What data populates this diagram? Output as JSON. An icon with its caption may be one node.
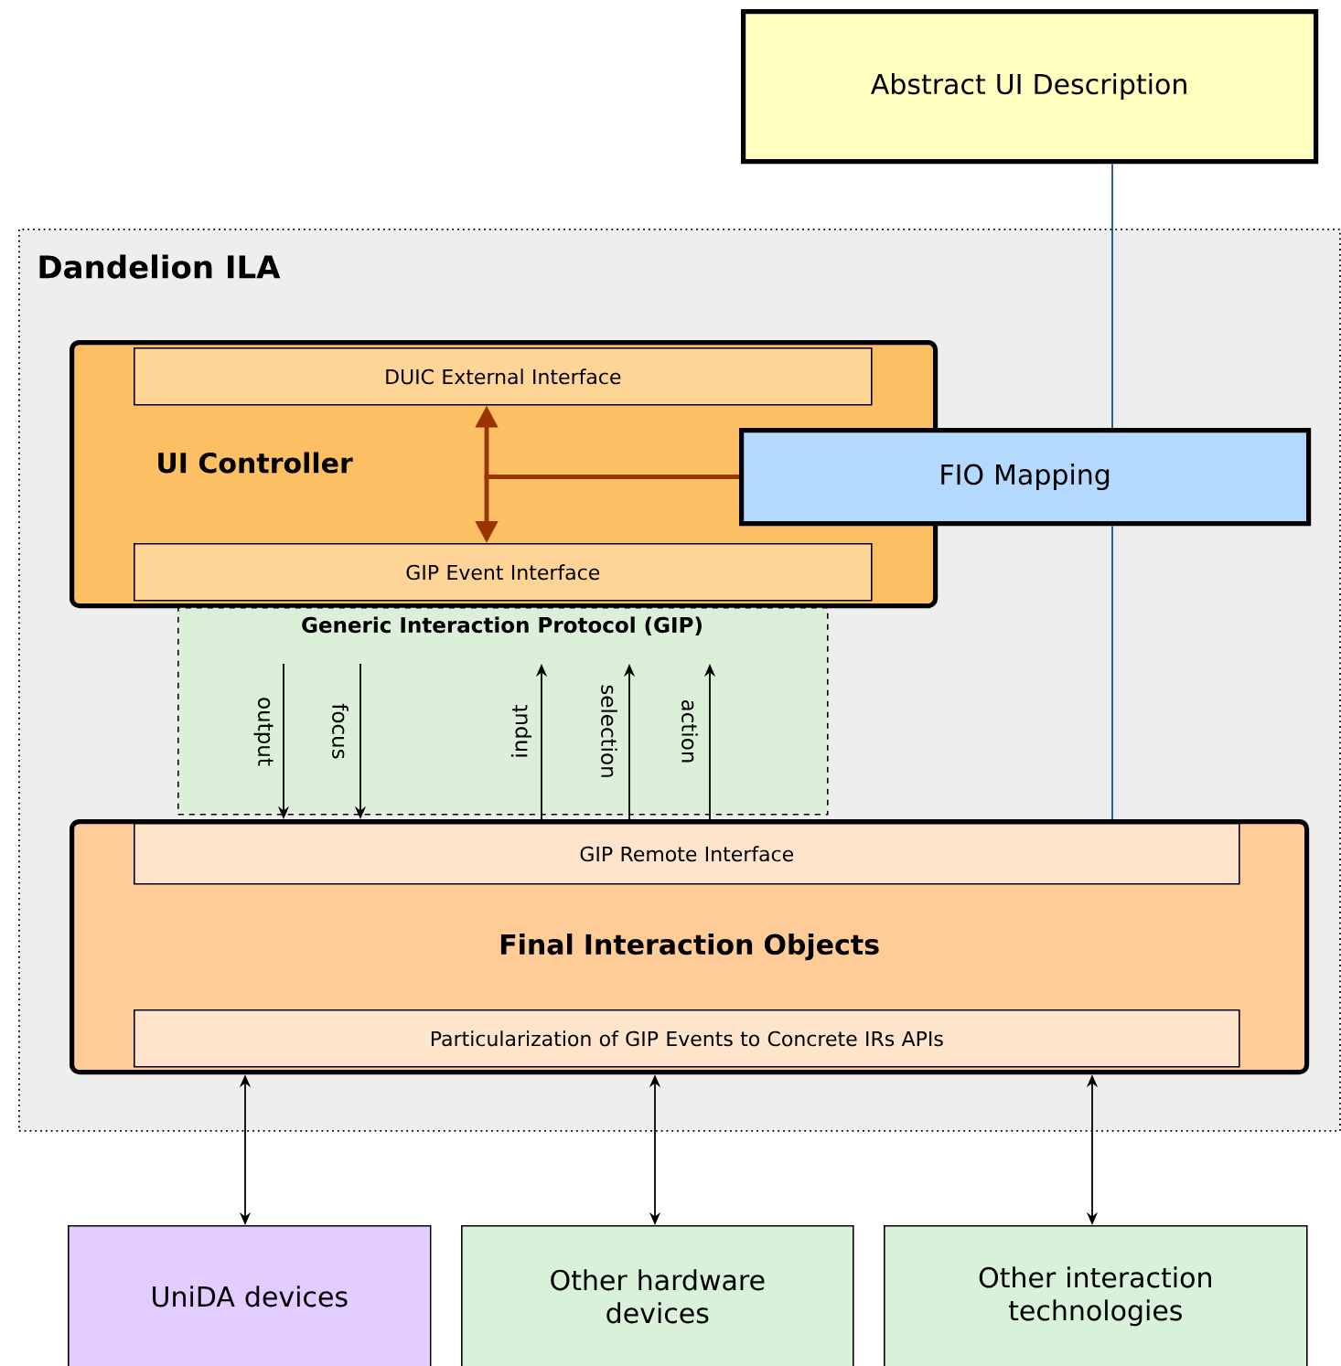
{
  "diagram": {
    "nodes": [
      {
        "text": [
          "Abstract UI Description"
        ]
      },
      {
        "text": [
          "Dandelion ILA"
        ]
      },
      {
        "text": [
          "UI Controller"
        ],
        "in": 1
      },
      {
        "text": [
          "DUIC External Interface"
        ],
        "in": 2
      },
      {
        "text": [
          "GIP Event Interface"
        ],
        "in": 2
      },
      {
        "text": [
          "FIO Mapping"
        ],
        "in": 1
      },
      {
        "text": [
          "Generic Interaction Protocol (GIP)"
        ],
        "in": 1
      },
      {
        "text": [
          "Final Interaction Objects"
        ],
        "in": 1
      },
      {
        "text": [
          "GIP Remote Interface"
        ],
        "in": 7
      },
      {
        "text": [
          "Particularization of GIP Events to Concrete IRs APIs"
        ],
        "in": 7
      },
      {
        "text": [
          "UniDA devices"
        ]
      },
      {
        "text": [
          "Other hardware devices"
        ]
      },
      {
        "text": [
          "Other interaction technologies"
        ]
      }
    ],
    "edges": [
      {
        "from": 0,
        "to": 5,
        "arrow": "none",
        "color": "#1f4e79"
      },
      {
        "from": 5,
        "to": 7,
        "arrow": "none",
        "color": "#1f4e79"
      },
      {
        "from": 5,
        "to": 3,
        "arrow": "to",
        "style": "thick",
        "color": "#993300"
      },
      {
        "from": 5,
        "to": 4,
        "arrow": "to",
        "style": "thick",
        "color": "#993300"
      },
      {
        "from": 6,
        "to": 7,
        "arrow": "to",
        "label": "output"
      },
      {
        "from": 6,
        "to": 7,
        "arrow": "to",
        "label": "focus"
      },
      {
        "from": 7,
        "to": 6,
        "arrow": "to",
        "label": "input"
      },
      {
        "from": 7,
        "to": 6,
        "arrow": "to",
        "label": "selection"
      },
      {
        "from": 7,
        "to": 6,
        "arrow": "to",
        "label": "action"
      },
      {
        "from": 7,
        "to": 10,
        "arrow": "both"
      },
      {
        "from": 7,
        "to": 11,
        "arrow": "both"
      },
      {
        "from": 7,
        "to": 12,
        "arrow": "both"
      }
    ]
  }
}
